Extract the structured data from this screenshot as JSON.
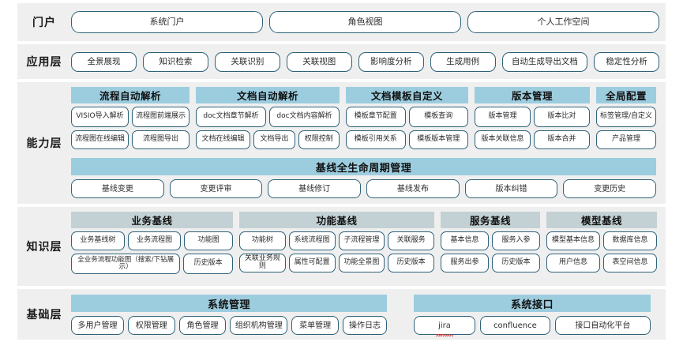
{
  "layers": [
    {
      "id": "portal",
      "label": "门户",
      "items": [
        "系统门户",
        "角色视图",
        "个人工作空间"
      ]
    },
    {
      "id": "application",
      "label": "应用层",
      "items": [
        "全景展现",
        "知识检索",
        "关联识别",
        "关联视图",
        "影响度分析",
        "生成用例",
        "自动生成导出文档",
        "稳定性分析"
      ]
    },
    {
      "id": "capability",
      "label": "能力层",
      "groups": [
        {
          "title": "流程自动解析",
          "rows": [
            [
              "VISIO导入解析",
              "流程图前端展示"
            ],
            [
              "流程图在线编辑",
              "流程图导出"
            ]
          ]
        },
        {
          "title": "文档自动解析",
          "rows": [
            [
              "doc文档章节解析",
              "doc文档内容解析"
            ],
            [
              "文档在线编辑",
              "文档导出",
              "权限控制"
            ]
          ]
        },
        {
          "title": "文档模板自定义",
          "rows": [
            [
              "模板章节配置",
              "模板查询"
            ],
            [
              "模板引用关系",
              "模板版本管理"
            ]
          ]
        },
        {
          "title": "版本管理",
          "rows": [
            [
              "版本管理",
              "版本比对"
            ],
            [
              "版本关联信息",
              "版本合并"
            ]
          ]
        },
        {
          "title": "全局配置",
          "rows": [
            [
              "标签管理/自定义"
            ],
            [
              "产品管理"
            ]
          ]
        }
      ],
      "banner": {
        "title": "基线全生命周期管理",
        "items": [
          "基线变更",
          "变更评审",
          "基线修订",
          "基线发布",
          "版本纠错",
          "变更历史"
        ]
      }
    },
    {
      "id": "knowledge",
      "label": "知识层",
      "groups": [
        {
          "title": "业务基线",
          "rows": [
            [
              "业务基线树",
              "业务流程图",
              "功能图"
            ],
            [
              "全业务流程功能图（搜索/下钻展示）",
              "历史版本"
            ]
          ]
        },
        {
          "title": "功能基线",
          "rows": [
            [
              "功能树",
              "系统流程图",
              "子流程管理",
              "关联服务"
            ],
            [
              "关联业务规则",
              "属性可配置",
              "功能全景图",
              "历史版本"
            ]
          ]
        },
        {
          "title": "服务基线",
          "rows": [
            [
              "基本信息",
              "服务入参"
            ],
            [
              "服务出参",
              "历史版本"
            ]
          ]
        },
        {
          "title": "模型基线",
          "rows": [
            [
              "模型基本信息",
              "数据库信息"
            ],
            [
              "用户信息",
              "表空间信息"
            ]
          ]
        }
      ]
    },
    {
      "id": "foundation",
      "label": "基础层",
      "banners": [
        {
          "title": "系统管理",
          "items": [
            "多用户管理",
            "权限管理",
            "角色管理",
            "组织机构管理",
            "菜单管理",
            "操作日志"
          ]
        },
        {
          "title": "系统接口",
          "items": [
            "jira",
            "confluence",
            "接口自动化平台"
          ]
        }
      ]
    }
  ],
  "colors": {
    "band_bg": "#efefef",
    "box_border": "#2f6279",
    "header_blue": "#9ccddf",
    "header_gray": "#c3d1d4",
    "text": "#2b2b2b"
  }
}
